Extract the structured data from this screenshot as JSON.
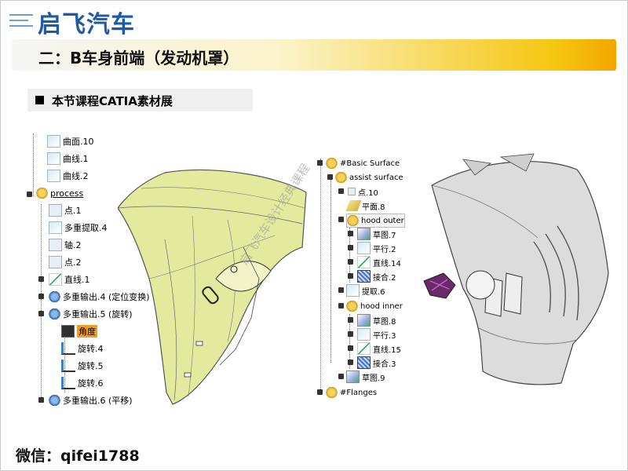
{
  "brand": {
    "name": "启飞汽车"
  },
  "header": {
    "title": "二：B车身前端（发动机罩）"
  },
  "section": {
    "heading": "本节课程CATIA素材展"
  },
  "left_tree": {
    "items": [
      {
        "label": "曲面.10",
        "icon": "surface-icon"
      },
      {
        "label": "曲线.1",
        "icon": "curve-icon"
      },
      {
        "label": "曲线.2",
        "icon": "curve-icon"
      },
      {
        "label": "process",
        "icon": "geometrical-set-icon"
      },
      {
        "label": "点.1",
        "icon": "point-icon"
      },
      {
        "label": "多重提取.4",
        "icon": "multi-extract-icon"
      },
      {
        "label": "轴.2",
        "icon": "axis-icon"
      },
      {
        "label": "点.2",
        "icon": "point-icon"
      },
      {
        "label": "直线.1",
        "icon": "line-icon"
      },
      {
        "label": "多重输出.4 (定位变换)",
        "icon": "multi-output-icon"
      },
      {
        "label": "多重输出.5 (旋转)",
        "icon": "multi-output-icon"
      },
      {
        "label": "角度",
        "icon": "angle-parameter-icon"
      },
      {
        "label": "旋转.4",
        "icon": "rotate-icon"
      },
      {
        "label": "旋转.5",
        "icon": "rotate-icon"
      },
      {
        "label": "旋转.6",
        "icon": "rotate-icon"
      },
      {
        "label": "多重输出.6 (平移)",
        "icon": "multi-output-icon"
      }
    ]
  },
  "right_tree": {
    "items": [
      {
        "label": "#Basic Surface",
        "icon": "geometrical-set-icon"
      },
      {
        "label": "assist surface",
        "icon": "geometrical-set-icon"
      },
      {
        "label": "点.10",
        "icon": "point-icon"
      },
      {
        "label": "平面.8",
        "icon": "plane-icon"
      },
      {
        "label": "hood outer",
        "icon": "geometrical-set-icon"
      },
      {
        "label": "草图.7",
        "icon": "sketch-icon"
      },
      {
        "label": "平行.2",
        "icon": "parallel-icon"
      },
      {
        "label": "直线.14",
        "icon": "line-icon"
      },
      {
        "label": "接合.2",
        "icon": "join-icon"
      },
      {
        "label": "提取.6",
        "icon": "extract-icon"
      },
      {
        "label": "hood inner",
        "icon": "geometrical-set-icon"
      },
      {
        "label": "草图.8",
        "icon": "sketch-icon"
      },
      {
        "label": "平行.3",
        "icon": "parallel-icon"
      },
      {
        "label": "直线.15",
        "icon": "line-icon"
      },
      {
        "label": "接合.3",
        "icon": "join-icon"
      },
      {
        "label": "草图.9",
        "icon": "sketch-icon"
      },
      {
        "label": "#Flanges",
        "icon": "geometrical-set-icon"
      }
    ]
  },
  "watermark": {
    "text": "启飞汽车设计经典课程"
  },
  "footer": {
    "wechat": "微信：qifei1788"
  },
  "colors": {
    "brand": "#1f5aa8",
    "title_bar_accent": "#f6c60f",
    "highlight": "#f49b2a",
    "fender": "#e3ea9e",
    "hood": "#d9d9d9"
  }
}
